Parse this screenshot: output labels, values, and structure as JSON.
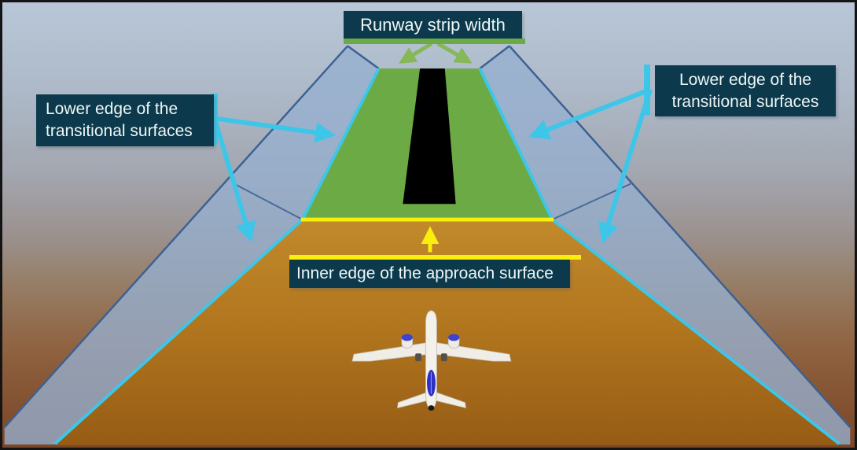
{
  "diagram": {
    "labels": {
      "runway_strip_width": {
        "text": "Runway strip width"
      },
      "left_transitional": {
        "line1": "Lower edge of the",
        "line2": "transitional surfaces"
      },
      "right_transitional": {
        "line1": "Lower edge of the",
        "line2": "transitional surfaces"
      },
      "approach_inner_edge": {
        "text": "Inner edge of the approach surface"
      }
    },
    "colors": {
      "label_box_bg": "#0c3a4c",
      "label_text": "#eef6f6",
      "strip_green": "#6caa46",
      "green_marker": "#86b858",
      "runway_black": "#000000",
      "edge_cyan": "#3ec6e8",
      "edge_yellow": "#f9ee0c",
      "surface_outline_blue": "#3b6193",
      "transitional_fill": "rgba(150,175,208,0.78)",
      "sky_top": "#b8c7d8",
      "ground_bottom": "#7b4628",
      "approach_orange_top": "#c18a2b",
      "approach_orange_bottom": "#965c14"
    },
    "icons": {
      "airplane": "airplane-top-view-icon"
    }
  }
}
